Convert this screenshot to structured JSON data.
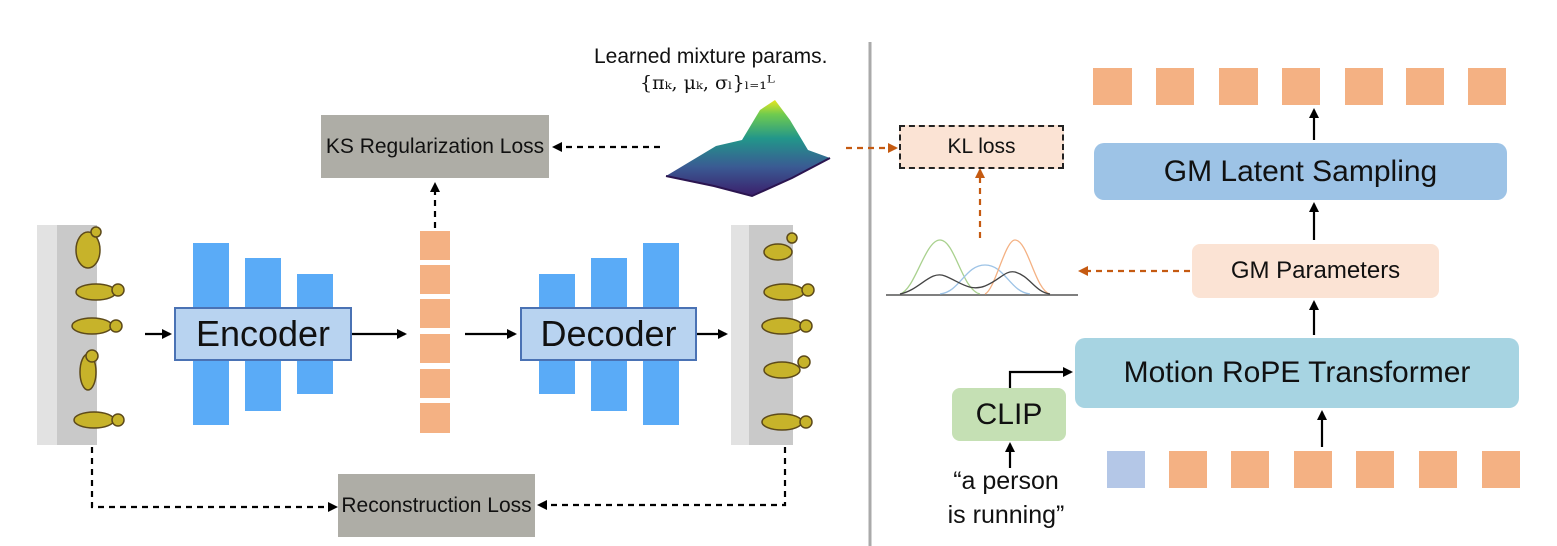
{
  "left": {
    "ks_loss_label": "KS Regularization Loss",
    "encoder_label": "Encoder",
    "decoder_label": "Decoder",
    "reconstruction_label": "Reconstruction Loss",
    "mixture_title": "Learned mixture params.",
    "mixture_formula": "{πₖ, μₖ, σₗ}ₗ₌₁ᴸ"
  },
  "right": {
    "kl_loss_label": "KL loss",
    "gm_latent_label": "GM Latent Sampling",
    "gm_params_label": "GM Parameters",
    "transformer_label": "Motion RoPE Transformer",
    "clip_label": "CLIP",
    "prompt_line1": "“a person",
    "prompt_line2": "is running”"
  },
  "colors": {
    "latent_token": "#f4b183",
    "cond_token": "#b4c7e7",
    "encoder_bar": "#5aabf7",
    "gray_box": "#aeada6",
    "orange_arrow": "#c55a11"
  }
}
